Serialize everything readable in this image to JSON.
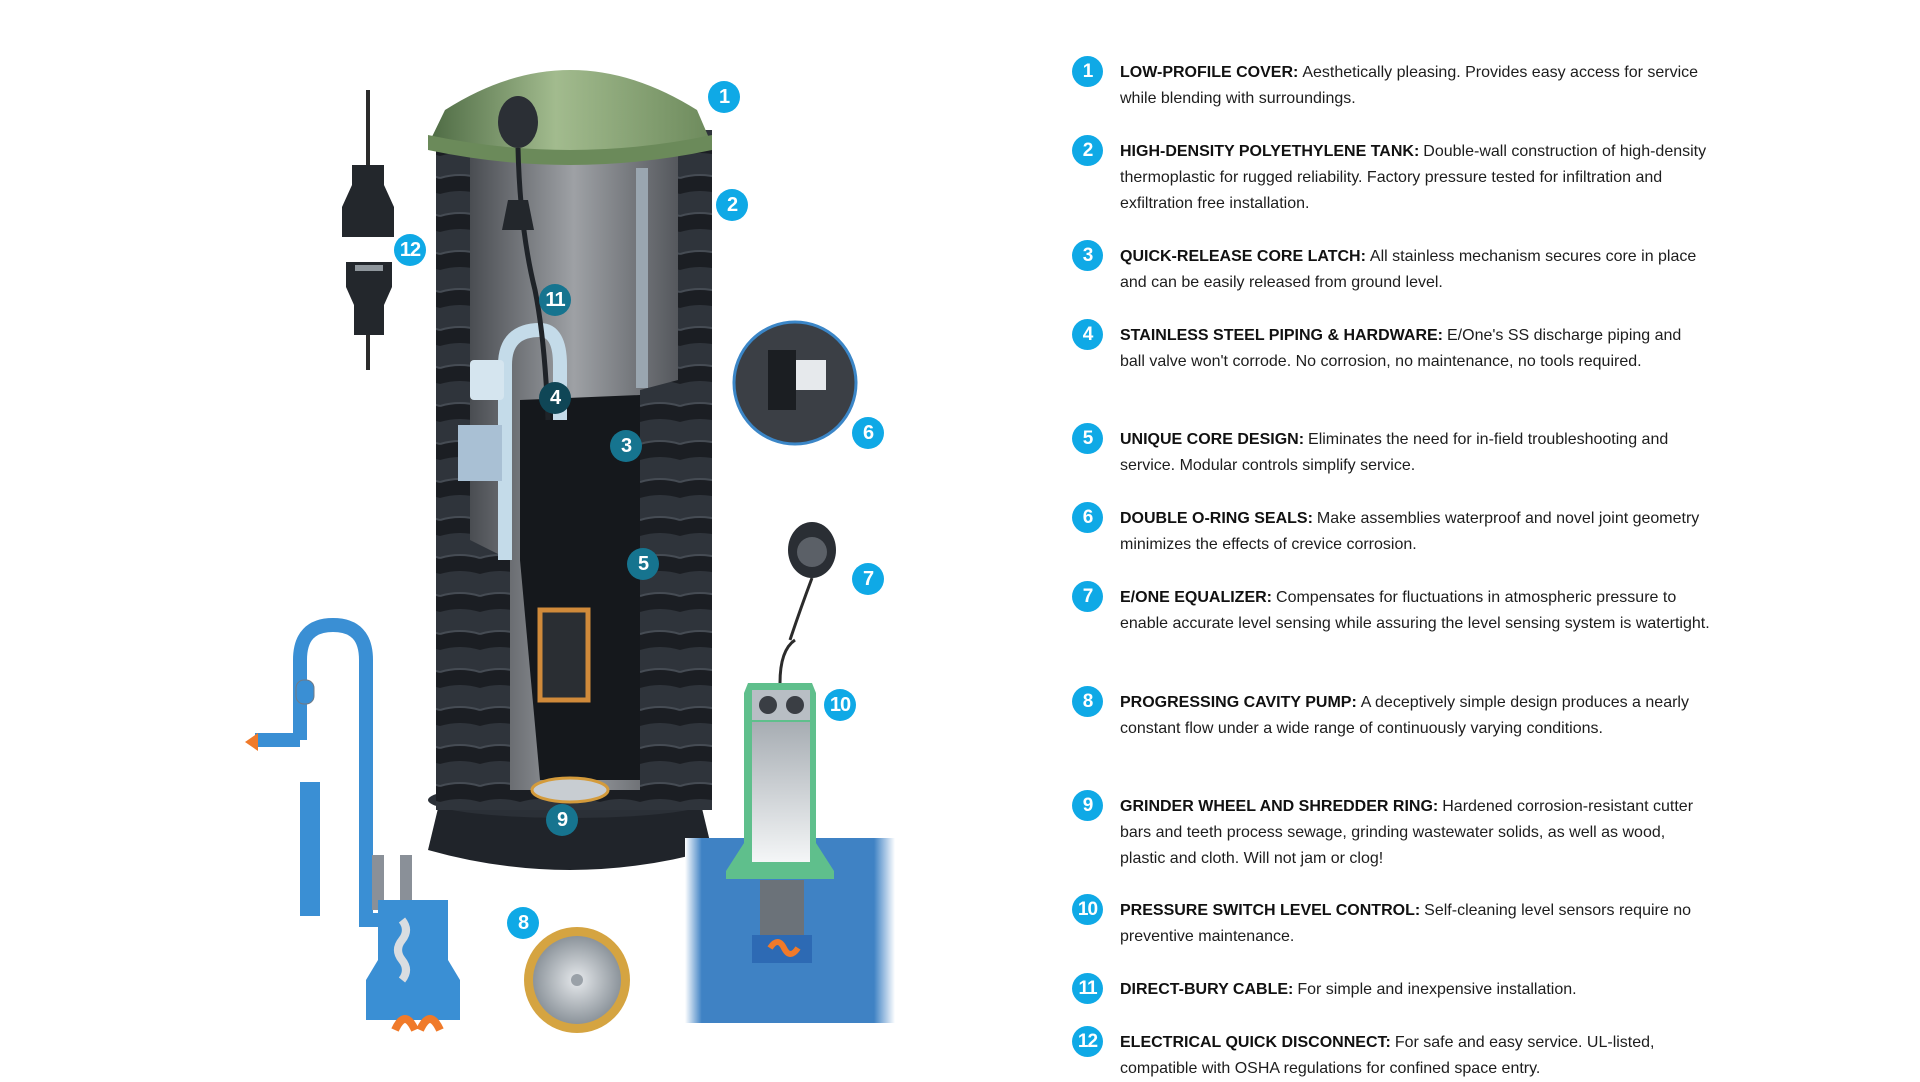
{
  "diagram": {
    "subject": "Grinder pump station cutaway",
    "colors": {
      "badge_cyan": "#0fa9e6",
      "badge_teal": "#16748f",
      "badge_dark": "#0f4656",
      "lid_green": "#7c9a6c",
      "tank_black": "#1e2228",
      "water_blue": "#3f82c4",
      "pipe_blue": "#3a8fd4",
      "debris_orange": "#f07a2a",
      "fin_green": "#5fbf8c"
    },
    "callouts": [
      {
        "n": "1",
        "style": "cyan"
      },
      {
        "n": "2",
        "style": "cyan"
      },
      {
        "n": "3",
        "style": "teal"
      },
      {
        "n": "4",
        "style": "dark"
      },
      {
        "n": "5",
        "style": "teal"
      },
      {
        "n": "6",
        "style": "cyan"
      },
      {
        "n": "7",
        "style": "cyan"
      },
      {
        "n": "8",
        "style": "cyan"
      },
      {
        "n": "9",
        "style": "teal"
      },
      {
        "n": "10",
        "style": "cyan"
      },
      {
        "n": "11",
        "style": "teal"
      },
      {
        "n": "12",
        "style": "cyan"
      }
    ]
  },
  "features": [
    {
      "n": "1",
      "title": "LOW-PROFILE COVER:",
      "body": "Aesthetically pleasing. Provides easy access for service while blending with surroundings."
    },
    {
      "n": "2",
      "title": "HIGH-DENSITY POLYETHYLENE TANK:",
      "body": "Double-wall construction of high-density thermoplastic for rugged reliability. Factory pressure tested for infiltration and exfiltration free installation."
    },
    {
      "n": "3",
      "title": "QUICK-RELEASE CORE LATCH:",
      "body": "All stainless mechanism secures core in place and can be easily released from ground level."
    },
    {
      "n": "4",
      "title": "STAINLESS STEEL PIPING & HARDWARE:",
      "body": "E/One's SS discharge piping and ball valve won't corrode. No corrosion, no maintenance, no tools required."
    },
    {
      "n": "5",
      "title": "UNIQUE CORE DESIGN:",
      "body": "Eliminates the need for in-field troubleshooting and service. Modular controls simplify service."
    },
    {
      "n": "6",
      "title": "DOUBLE O-RING SEALS:",
      "body": "Make assemblies waterproof and novel joint geometry minimizes the effects of crevice corrosion."
    },
    {
      "n": "7",
      "title": "E/ONE EQUALIZER:",
      "body": "Compensates for fluctuations in atmospheric pressure to enable accurate level sensing while assuring the level sensing system is watertight."
    },
    {
      "n": "8",
      "title": "PROGRESSING CAVITY PUMP:",
      "body": "A deceptively simple design produces a nearly constant flow under a wide range of continuously varying conditions."
    },
    {
      "n": "9",
      "title": "GRINDER WHEEL AND SHREDDER RING:",
      "body": "Hardened corrosion-resistant cutter bars and teeth process sewage, grinding wastewater solids, as well as wood, plastic and cloth. Will not jam or clog!"
    },
    {
      "n": "10",
      "title": "PRESSURE SWITCH LEVEL CONTROL:",
      "body": "Self-cleaning level sensors require no preventive maintenance."
    },
    {
      "n": "11",
      "title": "DIRECT-BURY CABLE:",
      "body": "For simple and inexpensive installation."
    },
    {
      "n": "12",
      "title": "ELECTRICAL QUICK DISCONNECT:",
      "body": "For safe and easy service. UL-listed, compatible with OSHA regulations for confined space entry."
    }
  ]
}
